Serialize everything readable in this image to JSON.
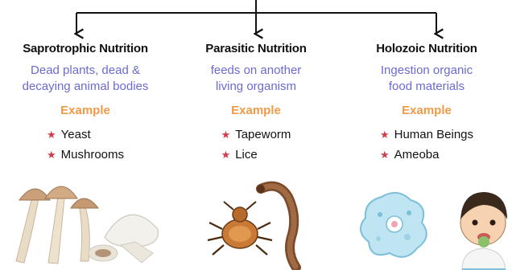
{
  "columns": [
    {
      "title": "Saprotrophic Nutrition",
      "description": [
        "Dead plants, dead &",
        "decaying animal bodies"
      ],
      "example_label": "Example",
      "items": [
        "Yeast",
        "Mushrooms"
      ],
      "illustration": "mushrooms-illustration"
    },
    {
      "title": "Parasitic Nutrition",
      "description": [
        "feeds on another",
        "living organism"
      ],
      "example_label": "Example",
      "items": [
        "Tapeworm",
        "Lice"
      ],
      "illustration": "louse-and-tapeworm-illustration"
    },
    {
      "title": "Holozoic Nutrition",
      "description": [
        "Ingestion organic",
        "food materials"
      ],
      "example_label": "Example",
      "items": [
        "Human Beings",
        "Ameoba"
      ],
      "illustration": "amoeba-and-boy-illustration"
    }
  ],
  "colors": {
    "title": "#111111",
    "description": "#6b6ad3",
    "example": "#ef9a48",
    "star": "#d33a4a",
    "connector": "#111111"
  },
  "bullet_icon": "star-icon"
}
